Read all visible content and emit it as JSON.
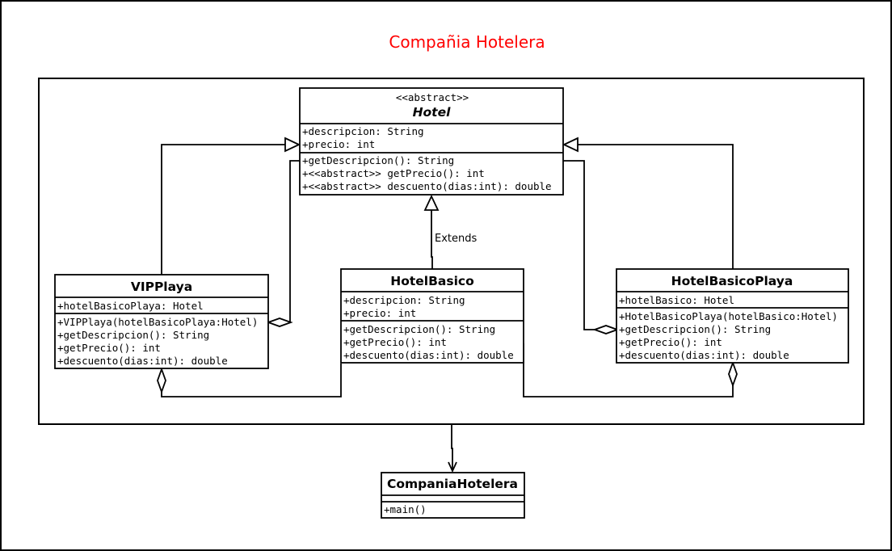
{
  "title": "Compañia Hotelera",
  "colors": {
    "title": "#ff0000",
    "line": "#000000",
    "background": "#ffffff"
  },
  "classes": {
    "hotel": {
      "stereotype": "<<abstract>>",
      "name": "Hotel",
      "attributes": [
        "+descripcion: String",
        "+precio: int"
      ],
      "methods": [
        "+getDescripcion(): String",
        "+<<abstract>> getPrecio(): int",
        "+<<abstract>> descuento(dias:int): double"
      ]
    },
    "vipplaya": {
      "name": "VIPPlaya",
      "attributes": [
        "+hotelBasicoPlaya: Hotel"
      ],
      "methods": [
        "+VIPPlaya(hotelBasicoPlaya:Hotel)",
        "+getDescripcion(): String",
        "+getPrecio(): int",
        "+descuento(dias:int): double"
      ]
    },
    "hotelbasico": {
      "name": "HotelBasico",
      "attributes": [
        "+descripcion: String",
        "+precio: int"
      ],
      "methods": [
        "+getDescripcion(): String",
        "+getPrecio(): int",
        "+descuento(dias:int): double"
      ]
    },
    "hotelbasicoplaya": {
      "name": "HotelBasicoPlaya",
      "attributes": [
        "+hotelBasico: Hotel"
      ],
      "methods": [
        "+HotelBasicoPlaya(hotelBasico:Hotel)",
        "+getDescripcion(): String",
        "+getPrecio(): int",
        "+descuento(dias:int): double"
      ]
    },
    "companiahotelera": {
      "name": "CompaniaHotelera",
      "attributes": [],
      "methods": [
        "+main()"
      ]
    }
  },
  "relations": {
    "extends_label": "Extends"
  }
}
